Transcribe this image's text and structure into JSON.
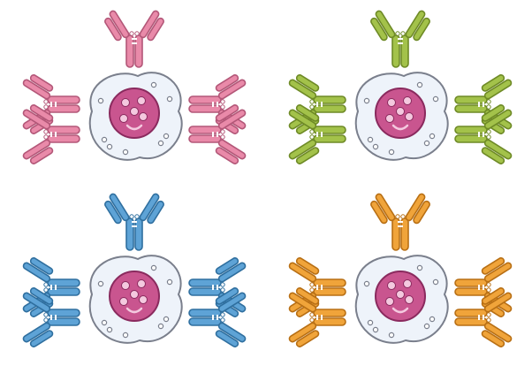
{
  "illustration": {
    "subject": "cells-with-antibodies",
    "figures": [
      {
        "position": "top-left",
        "antibody_color": "#e98aa9",
        "antibody_stroke": "#b35778"
      },
      {
        "position": "top-right",
        "antibody_color": "#a3c24a",
        "antibody_stroke": "#6e8a26"
      },
      {
        "position": "bottom-left",
        "antibody_color": "#5ea3d6",
        "antibody_stroke": "#2f6f9f"
      },
      {
        "position": "bottom-right",
        "antibody_color": "#f0a43a",
        "antibody_stroke": "#b86f14"
      }
    ],
    "cell": {
      "membrane_fill": "#eef3fa",
      "membrane_stroke": "#7a7f8c",
      "nucleus_fill": "#c9558f",
      "nucleus_stroke": "#8a2a5e",
      "nucleolus_fill": "#f4c9df"
    }
  }
}
